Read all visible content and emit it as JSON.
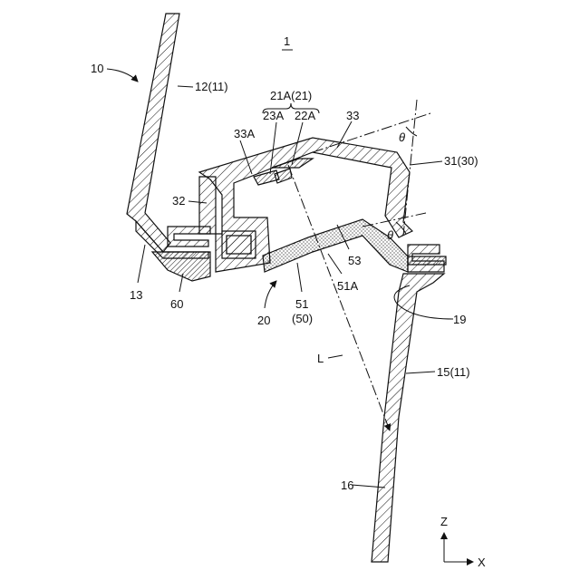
{
  "labels": {
    "fig": "1",
    "l10": "10",
    "l12": "12(11)",
    "l21a": "21A(21)",
    "l23a": "23A",
    "l22a": "22A",
    "l33": "33",
    "l33a": "33A",
    "theta1": "θ",
    "theta2": "θ",
    "l31": "31(30)",
    "l32": "32",
    "l53": "53",
    "l51a": "51A",
    "l13": "13",
    "l60": "60",
    "l20": "20",
    "l51": "51",
    "l50": "(50)",
    "l19": "19",
    "lL": "L",
    "l15": "15(11)",
    "l16": "16",
    "axisZ": "Z",
    "axisX": "X"
  }
}
